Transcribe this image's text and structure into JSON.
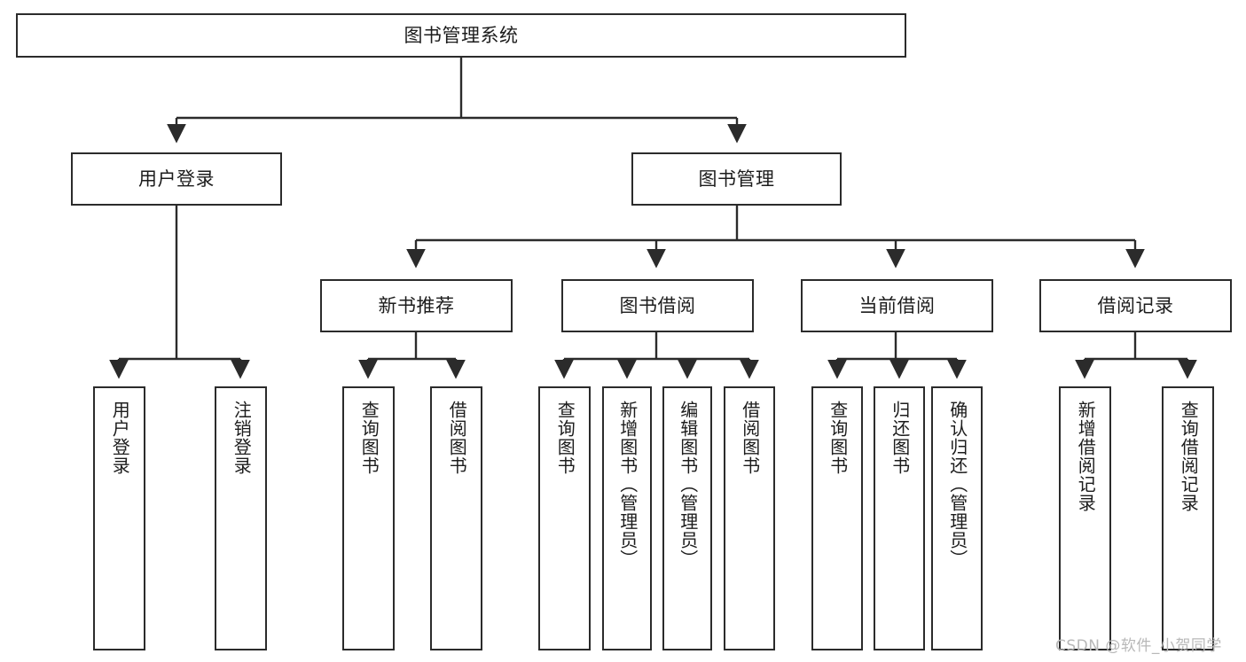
{
  "diagram": {
    "title": "图书管理系统",
    "type": "tree-hierarchy-chart",
    "watermark": "CSDN @软件_小贺同学",
    "colors": {
      "stroke": "#2b2b2b",
      "fill": "#ffffff",
      "text": "#1c1c1c",
      "watermark": "#b8b8b8"
    },
    "nodes": {
      "root": {
        "label": "图书管理系统"
      },
      "level1": [
        {
          "label": "用户登录"
        },
        {
          "label": "图书管理"
        }
      ],
      "level2": [
        {
          "label": "新书推荐"
        },
        {
          "label": "图书借阅"
        },
        {
          "label": "当前借阅"
        },
        {
          "label": "借阅记录"
        }
      ],
      "leaves_user_login": [
        {
          "label": "用户登录"
        },
        {
          "label": "注销登录"
        }
      ],
      "leaves_new_books": [
        {
          "label": "查询图书"
        },
        {
          "label": "借阅图书"
        }
      ],
      "leaves_borrow": [
        {
          "label": "查询图书"
        },
        {
          "label": "新增图书（管理员）"
        },
        {
          "label": "编辑图书（管理员）"
        },
        {
          "label": "借阅图书"
        }
      ],
      "leaves_current": [
        {
          "label": "查询图书"
        },
        {
          "label": "归还图书"
        },
        {
          "label": "确认归还（管理员）"
        }
      ],
      "leaves_records": [
        {
          "label": "新增借阅记录"
        },
        {
          "label": "查询借阅记录"
        }
      ]
    }
  }
}
